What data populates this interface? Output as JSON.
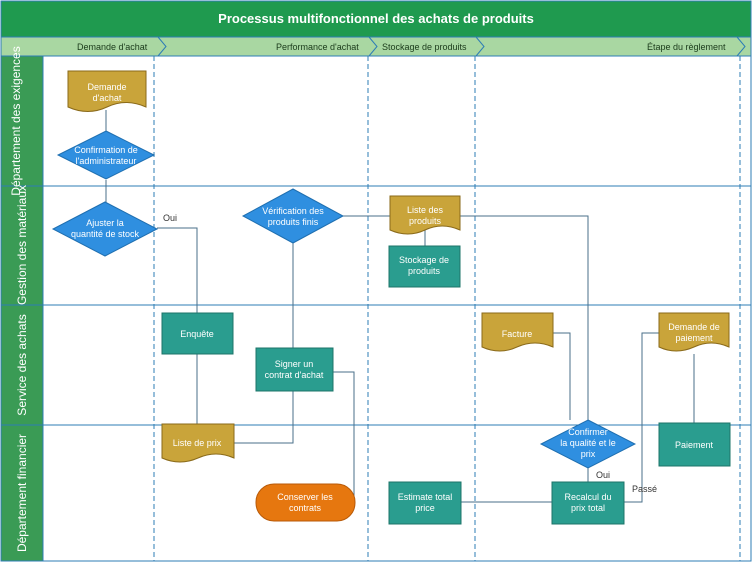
{
  "title": "Processus multifonctionnel des achats de produits",
  "phases": [
    "Demande d'achat",
    "Performance d'achat",
    "Stockage de produits",
    "Étape du règlement"
  ],
  "lanes": [
    "Département des exigences",
    "Gestion des matériaux",
    "Service des achats",
    "Département financier"
  ],
  "nodes": {
    "demande_achat": [
      "Demande",
      "d'achat"
    ],
    "confirmation_admin": [
      "Confirmation de",
      "l'administrateur"
    ],
    "ajuster_stock": [
      "Ajuster la",
      "quantité de stock"
    ],
    "verification_produits": [
      "Vérification des",
      "produits finis"
    ],
    "liste_produits": [
      "Liste des",
      "produits"
    ],
    "stockage_produits": [
      "Stockage de",
      "produits"
    ],
    "enquete": [
      "Enquête"
    ],
    "signer_contrat": [
      "Signer un",
      "contrat d'achat"
    ],
    "facture": [
      "Facture"
    ],
    "demande_paiement": [
      "Demande de",
      "paiement"
    ],
    "liste_prix": [
      "Liste de prix"
    ],
    "confirmer_qualite": [
      "Confirmer",
      "la qualité et le",
      "prix"
    ],
    "paiement": [
      "Paiement"
    ],
    "conserver_contrats": [
      "Conserver les",
      "contrats"
    ],
    "estimate_total": [
      "Estimate total",
      "price"
    ],
    "recalcul_total": [
      "Recalcul du",
      "prix total"
    ]
  },
  "edge_labels": {
    "oui_1": "Oui",
    "oui_2": "Oui",
    "passe": "Passé"
  },
  "colors": {
    "title_bar": "#1f9a4f",
    "phase_bar": "#a9d7a2",
    "lane_bar": "#3a9b55",
    "process": "#2a9d8f",
    "document": "#c9a43a",
    "decision": "#2f8fe0",
    "terminal": "#e6770f",
    "line": "#4a6f8a"
  }
}
